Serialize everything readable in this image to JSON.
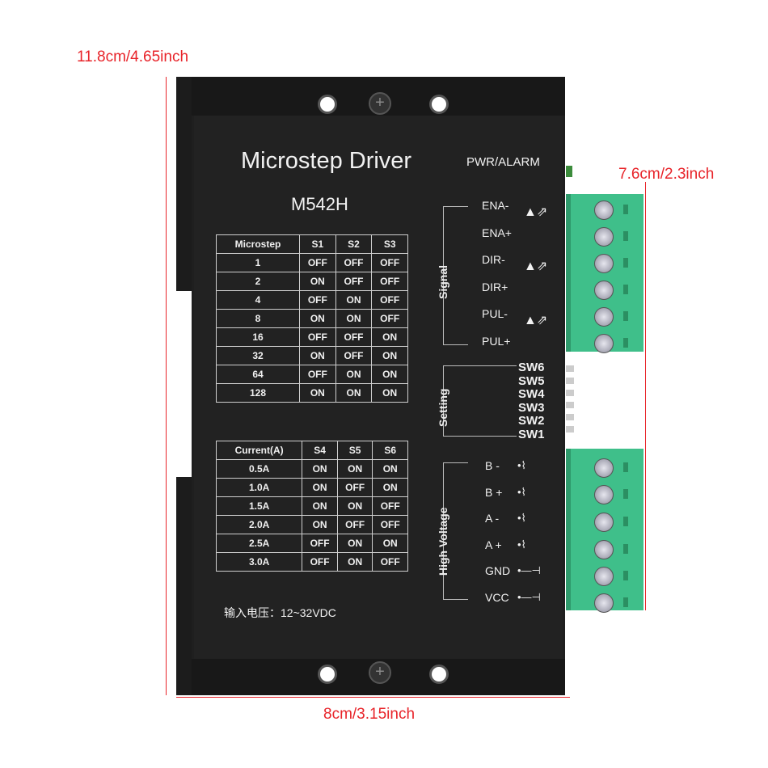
{
  "dimensions": {
    "height": "11.8cm/4.65inch",
    "depth": "7.6cm/2.3inch",
    "width": "8cm/3.15inch"
  },
  "title": "Microstep Driver",
  "model": "M542H",
  "pwr_alarm": "PWR/ALARM",
  "microstep_table": {
    "headers": [
      "Microstep",
      "S1",
      "S2",
      "S3"
    ],
    "rows": [
      [
        "1",
        "OFF",
        "OFF",
        "OFF"
      ],
      [
        "2",
        "ON",
        "OFF",
        "OFF"
      ],
      [
        "4",
        "OFF",
        "ON",
        "OFF"
      ],
      [
        "8",
        "ON",
        "ON",
        "OFF"
      ],
      [
        "16",
        "OFF",
        "OFF",
        "ON"
      ],
      [
        "32",
        "ON",
        "OFF",
        "ON"
      ],
      [
        "64",
        "OFF",
        "ON",
        "ON"
      ],
      [
        "128",
        "ON",
        "ON",
        "ON"
      ]
    ]
  },
  "current_table": {
    "headers": [
      "Current(A)",
      "S4",
      "S5",
      "S6"
    ],
    "rows": [
      [
        "0.5A",
        "ON",
        "ON",
        "ON"
      ],
      [
        "1.0A",
        "ON",
        "OFF",
        "ON"
      ],
      [
        "1.5A",
        "ON",
        "ON",
        "OFF"
      ],
      [
        "2.0A",
        "ON",
        "OFF",
        "OFF"
      ],
      [
        "2.5A",
        "OFF",
        "ON",
        "ON"
      ],
      [
        "3.0A",
        "OFF",
        "ON",
        "OFF"
      ]
    ]
  },
  "input_voltage": "输入电压：12~32VDC",
  "signal": {
    "label": "Signal",
    "pins": [
      "ENA-",
      "ENA+",
      "DIR-",
      "DIR+",
      "PUL-",
      "PUL+"
    ]
  },
  "setting": {
    "label": "Setting",
    "switches": [
      "SW6",
      "SW5",
      "SW4",
      "SW3",
      "SW2",
      "SW1"
    ]
  },
  "high_voltage": {
    "label": "High Voltage",
    "pins": [
      "B -",
      "B +",
      "A -",
      "A +",
      "GND",
      "VCC"
    ]
  }
}
